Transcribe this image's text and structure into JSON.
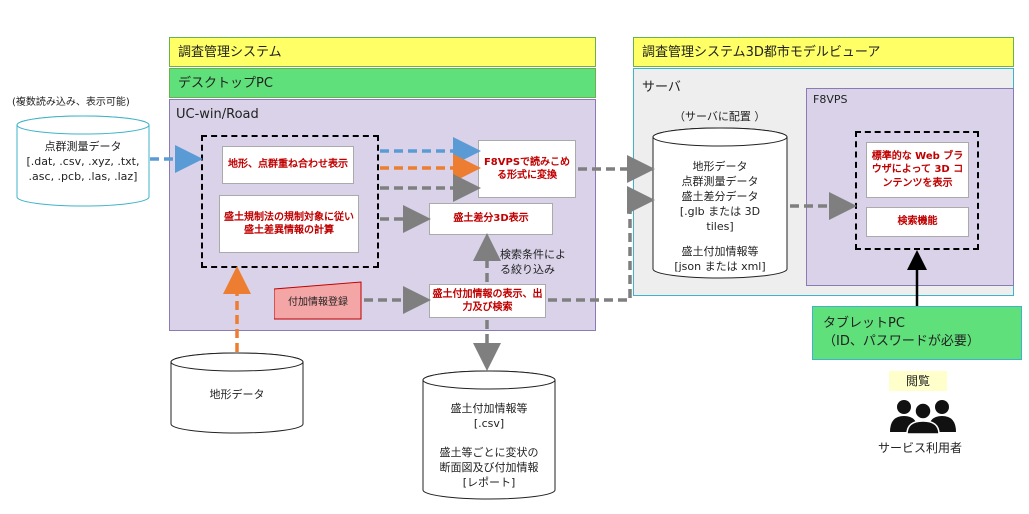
{
  "management_system": {
    "title": "調査管理システム"
  },
  "desktop_pc": {
    "title": "デスクトップPC"
  },
  "ucwin": {
    "title": "UC-win/Road"
  },
  "viewer_system": {
    "title": "調査管理システム3D都市モデルビューア"
  },
  "server": {
    "title": "サーバ",
    "placement_note": "（サーバに配置 ）"
  },
  "f8vps": {
    "title": "F8VPS"
  },
  "pointcloud_source": {
    "note": "(複数読み込み、表示可能)",
    "title": "点群測量データ",
    "formats": "[.dat, .csv, .xyz, .txt, .asc, .pcb, .las, .laz]"
  },
  "processes": {
    "overlay": "地形、点群重ね合わせ表示",
    "regulation": "盛土規制法の規制対象に従い盛土差異情報の計算",
    "convert": "F8VPSで読みこめる形式に変換",
    "diff3d": "盛土差分3D表示",
    "attach_register": "付加情報登録",
    "attach_display": "盛土付加情報の表示、出力及び検索",
    "search_filter": "検索条件による絞り込み"
  },
  "terrain_source": {
    "title": "地形データ"
  },
  "attach_store": {
    "line1": "盛土付加情報等",
    "line2": "[.csv]",
    "line3": "盛土等ごとに変状の断面図及び付加情報",
    "line4": "[レポート]"
  },
  "server_db": {
    "line1": "地形データ",
    "line2": "点群測量データ",
    "line3": "盛土差分データ",
    "line4": "[.glb または 3D tiles]",
    "line5": "盛土付加情報等",
    "line6": "[json または xml]"
  },
  "viewer_funcs": {
    "display": "標準的な Web ブラウザによって 3D コンテンツを表示",
    "search": "検索機能"
  },
  "tablet": {
    "title": "タブレットPC",
    "note": "（ID、パスワードが必要）"
  },
  "user": {
    "browse": "閲覧",
    "label": "サービス利用者"
  },
  "colors": {
    "blue_arrow": "#5b9bd5",
    "orange_arrow": "#ed7d31",
    "gray_arrow": "#7f7f7f",
    "red_text": "#c00000"
  }
}
